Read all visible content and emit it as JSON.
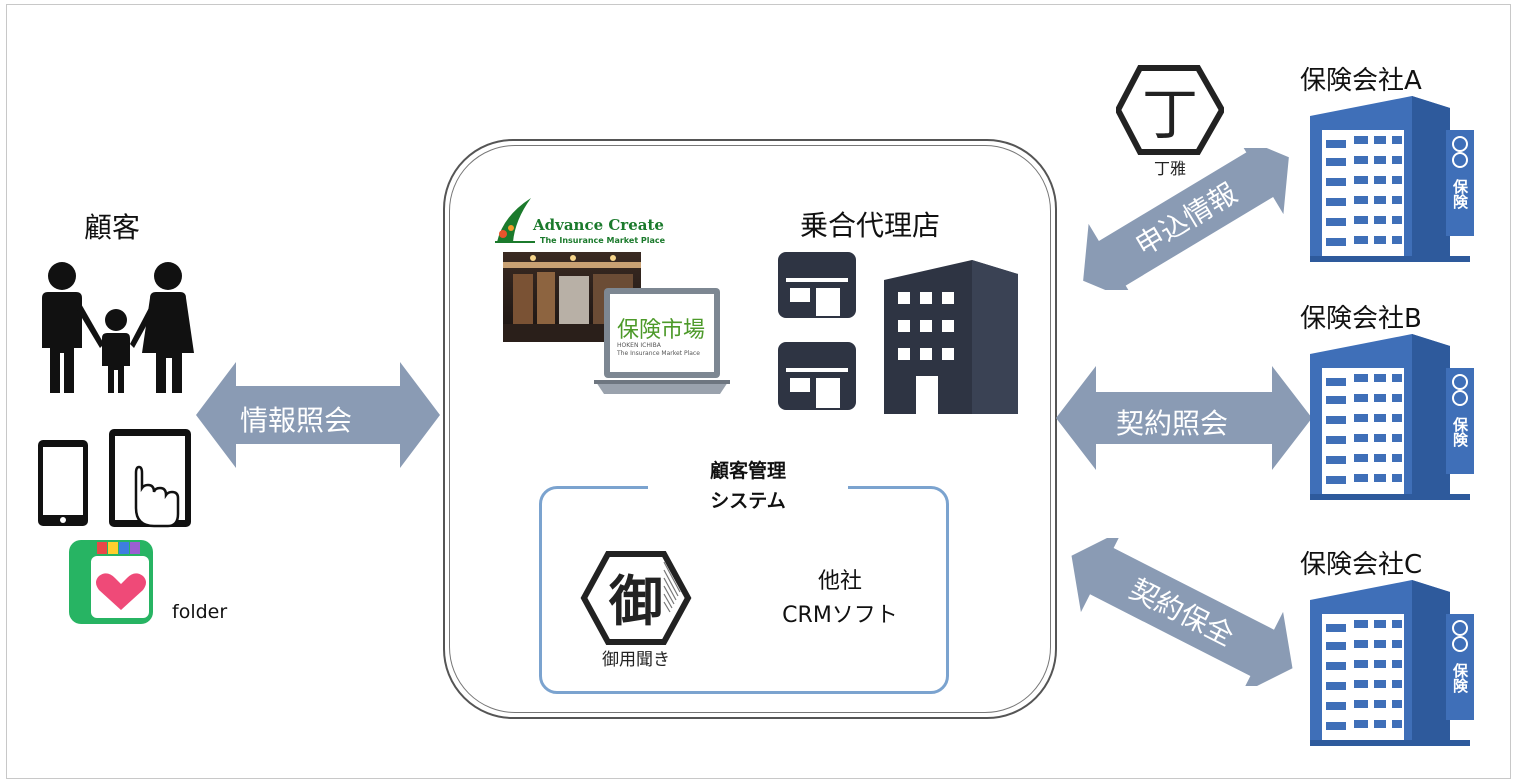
{
  "customer": {
    "label": "顧客",
    "app_label": "folder"
  },
  "arrows": {
    "left": "情報照会",
    "top_right": "申込情報",
    "mid_right": "契約照会",
    "bottom_right": "契約保全"
  },
  "agency": {
    "label": "乗合代理店",
    "advance_create": {
      "name": "Advance Create",
      "tagline": "The Insurance Market Place"
    },
    "hoken_ichiba": {
      "name": "保険市場",
      "romaji": "HOKEN ICHIBA",
      "tagline": "The Insurance Market Place"
    }
  },
  "crm_system": {
    "title_line1": "顧客管理",
    "title_line2": "システム",
    "gokiki_char": "御",
    "gokiki_name": "御用聞き",
    "other_line1": "他社",
    "other_line2": "CRMソフト"
  },
  "choga": {
    "char": "丁",
    "name": "丁雅"
  },
  "companies": [
    {
      "name": "保険会社A",
      "sign": "保険"
    },
    {
      "name": "保険会社B",
      "sign": "保険"
    },
    {
      "name": "保険会社C",
      "sign": "保険"
    }
  ],
  "colors": {
    "arrow": "#8a9bb4",
    "building_blue": "#3f6fb8",
    "agency_navy": "#2e3443",
    "crm_border": "#7ba3cf"
  }
}
